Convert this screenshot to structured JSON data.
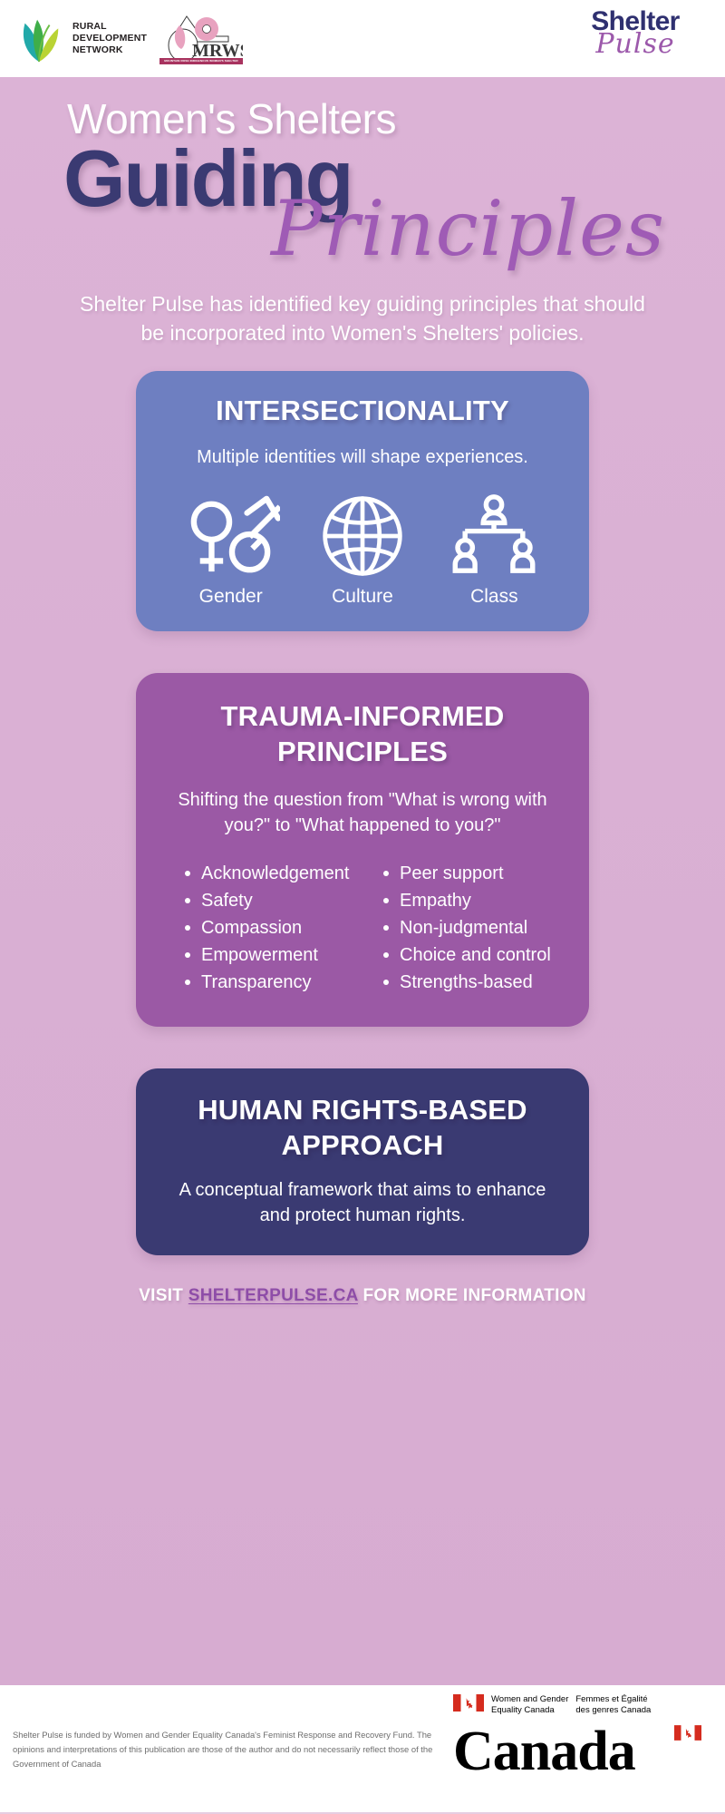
{
  "header": {
    "rdn_logo_text": "RURAL\nDEVELOPMENT\nNETWORK",
    "rdn_icon": "leaf-logo-icon",
    "mrws_icon": "mountain-rose-womens-shelter-logo-icon",
    "mrws_caption": "MOUNTAIN ROSE INDIGENOUS WOMEN'S SHELTER ASSOCIATION",
    "brand_line1": "Shelter",
    "brand_line2": "Pulse"
  },
  "title": {
    "line1": "Women's Shelters",
    "line2": "Guiding",
    "line3": "Principles"
  },
  "intro": "Shelter Pulse has identified key guiding principles that should be incorporated into Women's Shelters' policies.",
  "cards": [
    {
      "id": "intersectionality",
      "title": "INTERSECTIONALITY",
      "subtitle": "Multiple identities will shape experiences.",
      "color": "#6e7fc1",
      "icons": [
        {
          "name": "gender-symbols-icon",
          "label": "Gender"
        },
        {
          "name": "globe-icon",
          "label": "Culture"
        },
        {
          "name": "hierarchy-people-icon",
          "label": "Class"
        }
      ]
    },
    {
      "id": "trauma",
      "title": "TRAUMA-INFORMED PRINCIPLES",
      "subtitle": "Shifting the question from \"What is wrong with you?\" to \"What happened to you?\"",
      "color": "#9b59a5",
      "bullets_left": [
        "Acknowledgement",
        "Safety",
        "Compassion",
        "Empowerment",
        "Transparency"
      ],
      "bullets_right": [
        "Peer support",
        "Empathy",
        "Non-judgmental",
        "Choice and control",
        "Strengths-based"
      ]
    },
    {
      "id": "humanrights",
      "title": "HUMAN RIGHTS-BASED APPROACH",
      "subtitle": "A conceptual framework that aims to enhance and protect human rights.",
      "color": "#3a3a72"
    }
  ],
  "visit": {
    "prefix": "VISIT ",
    "link": "SHELTERPULSE.CA",
    "suffix": " FOR MORE INFORMATION"
  },
  "footer": {
    "disclaimer": "Shelter Pulse is funded by Women and Gender Equality Canada's Feminist Response and Recovery Fund. The opinions and interpretations of this publication are those of the author and do not necessarily reflect those of the Government of Canada",
    "wage_en": "Women and Gender\nEquality Canada",
    "wage_fr": "Femmes et Égalité\ndes genres Canada",
    "canada_word": "Canada",
    "flag_icon": "canadian-flag-icon"
  },
  "colors": {
    "background_pink": "#d9b0d4",
    "navy": "#3a3a72",
    "purple": "#9b59a5",
    "periwinkle": "#6e7fc1",
    "script_purple": "#9f5bb5",
    "link_purple": "#8e4da8"
  }
}
